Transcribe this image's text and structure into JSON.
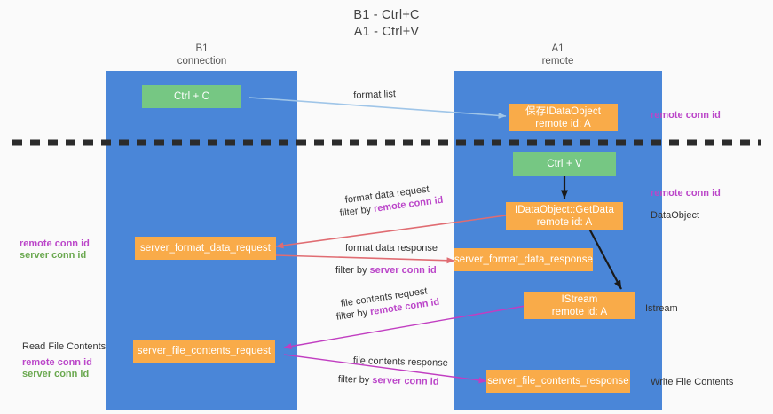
{
  "title": {
    "line1": "B1 - Ctrl+C",
    "line2": "A1 - Ctrl+V"
  },
  "lanes": [
    {
      "id": "b1",
      "name": "B1",
      "role": "connection"
    },
    {
      "id": "a1",
      "name": "A1",
      "role": "remote"
    }
  ],
  "nodes": {
    "ctrl_c": {
      "label": "Ctrl + C",
      "color": "#76c783"
    },
    "save_idataobject_line1": "保存IDataObject",
    "save_idataobject_line2": "remote id: A",
    "ctrl_v": {
      "label": "Ctrl + V",
      "color": "#76c783"
    },
    "getdata_line1": "IDataObject::GetData",
    "getdata_line2": "remote id: A",
    "server_format_data_request": "server_format_data_request",
    "server_format_data_response": "server_format_data_response",
    "istream_line1": "IStream",
    "istream_line2": "remote id: A",
    "server_file_contents_request": "server_file_contents_request",
    "server_file_contents_response": "server_file_contents_response"
  },
  "edges": {
    "format_list": "format list",
    "format_data_request": "format data request",
    "format_data_request_filter_prefix": "filter by ",
    "format_data_request_filter_key": "remote conn id",
    "format_data_response": "format data response",
    "format_data_response_filter_prefix": "filter by ",
    "format_data_response_filter_key": "server conn id",
    "file_contents_request": "file contents request",
    "file_contents_request_filter_prefix": "filter by ",
    "file_contents_request_filter_key": "remote conn id",
    "file_contents_response": "file contents response",
    "file_contents_response_filter_prefix": "filter by ",
    "file_contents_response_filter_key": "server conn id"
  },
  "notes": {
    "right_remote_conn_id_top": "remote conn id",
    "right_remote_conn_id_mid": "remote conn id",
    "right_dataobject": "DataObject",
    "right_istream": "Istream",
    "right_write_file_contents": "Write File Contents",
    "left_remote_conn_id_mid": "remote conn id",
    "left_server_conn_id_mid": "server conn id",
    "left_read_file_contents": "Read File Contents",
    "left_remote_conn_id_bottom": "remote conn id",
    "left_server_conn_id_bottom": "server conn id"
  },
  "colors": {
    "lane": "#4a86d8",
    "node_green": "#76c783",
    "node_orange": "#f9ab49",
    "remote_key": "#bb46c9",
    "server_key": "#6aa84f",
    "arrow_blue": "#9fc5e8",
    "arrow_red": "#e06c72",
    "arrow_magenta": "#c13ec1",
    "arrow_black": "#1a1a1a",
    "divider": "#2b2b2b",
    "background": "#fafafa"
  }
}
